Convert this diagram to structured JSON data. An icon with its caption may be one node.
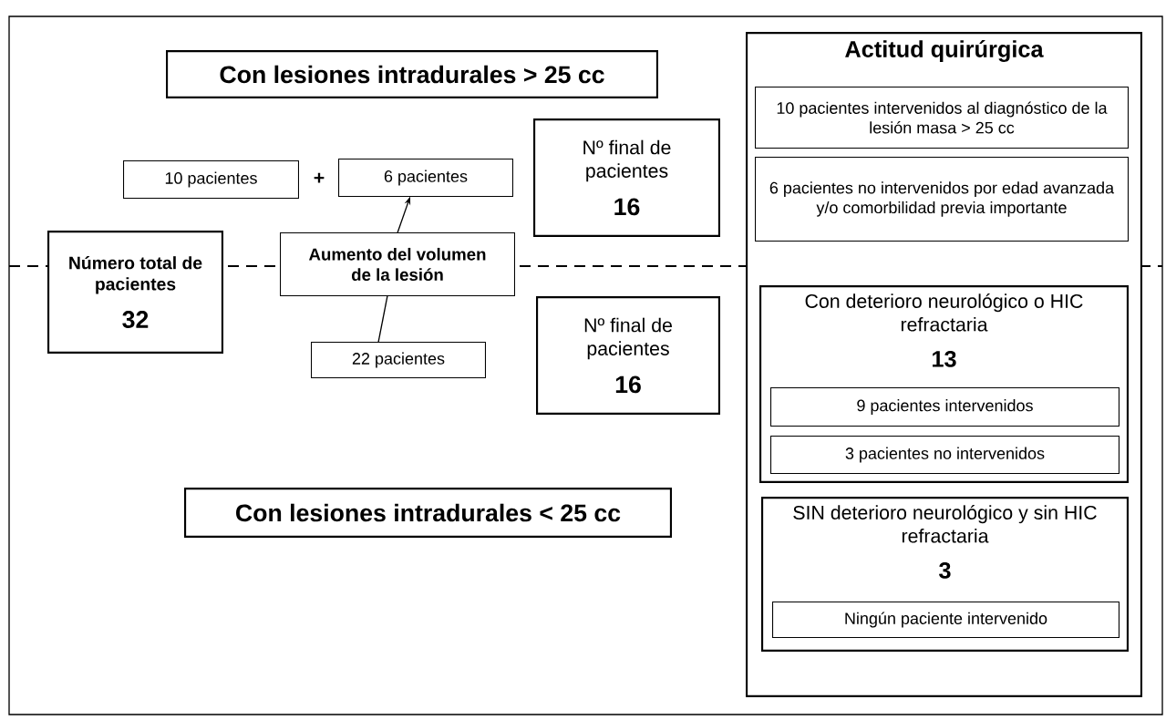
{
  "diagram": {
    "nodes": [
      {
        "text": [
          "Con lesiones intradurales > 25 cc"
        ]
      },
      {
        "text": [
          "10 pacientes"
        ]
      },
      {
        "text": [
          "6 pacientes"
        ]
      },
      {
        "text": [
          "Nº final de pacientes",
          "16"
        ]
      },
      {
        "text": [
          "Número total de pacientes",
          "32"
        ]
      },
      {
        "text": [
          "Aumento del volumen de la lesión"
        ]
      },
      {
        "text": [
          "Nº final de pacientes",
          "16"
        ]
      },
      {
        "text": [
          "22 pacientes"
        ]
      },
      {
        "text": [
          "Con lesiones intradurales < 25 cc"
        ]
      },
      {
        "text": [
          "Actitud quirúrgica"
        ]
      },
      {
        "text": [
          "10 pacientes intervenidos al diagnóstico de la lesión masa > 25 cc"
        ],
        "in": 9
      },
      {
        "text": [
          "6 pacientes no intervenidos por edad avanzada y/o comorbilidad previa importante"
        ],
        "in": 9
      },
      {
        "text": [
          "Con deterioro neurológico o HIC refractaria",
          "13"
        ],
        "in": 9
      },
      {
        "text": [
          "9 pacientes intervenidos"
        ],
        "in": 12
      },
      {
        "text": [
          "3 pacientes no intervenidos"
        ],
        "in": 12
      },
      {
        "text": [
          "SIN deterioro neurológico y sin HIC refractaria",
          "3"
        ],
        "in": 9
      },
      {
        "text": [
          "Ningún paciente intervenido"
        ],
        "in": 15
      }
    ],
    "edges": [
      {
        "from": 7,
        "to": 5,
        "arrow": "none"
      },
      {
        "from": 5,
        "to": 2,
        "arrow": "to"
      }
    ],
    "labels": [
      "+"
    ]
  }
}
